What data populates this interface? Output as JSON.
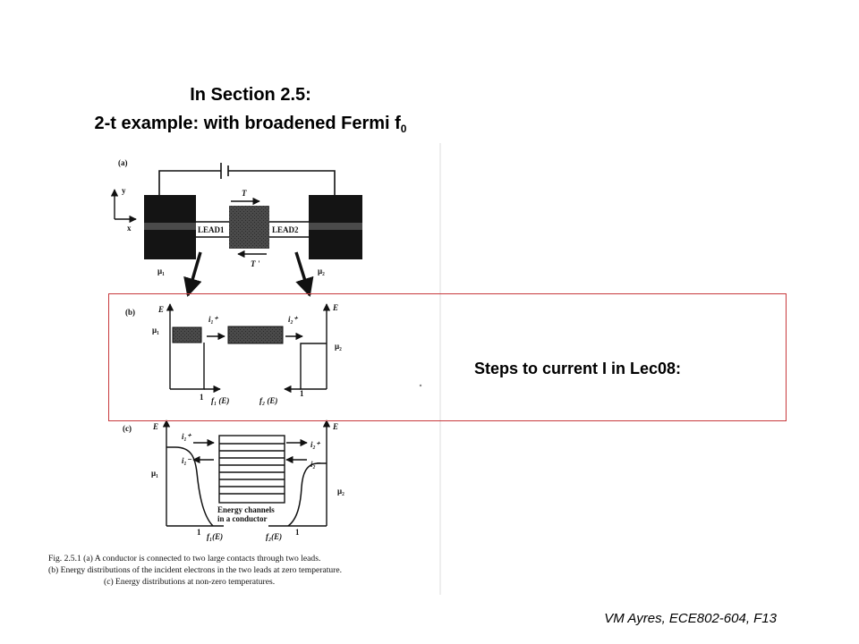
{
  "title": {
    "line1": "In Section 2.5:",
    "line2": "2-t example: with broadened Fermi f",
    "line2_sub": "0"
  },
  "figure": {
    "panel_a": "(a)",
    "panel_b": "(b)",
    "panel_c": "(c)",
    "axis_y": "y",
    "axis_x": "x",
    "T": "T",
    "T_prime": "T '",
    "lead1": "LEAD1",
    "lead2": "LEAD2",
    "mu1": "μ₁",
    "mu2": "μ₂",
    "E": "E",
    "i1_plus": "i₁⁺",
    "i2_plus": "i₂⁺",
    "i1_minus": "i₁⁻",
    "i2_minus": "i₂⁻",
    "one": "1",
    "f1": "f₁ (E)",
    "f2": "f₂ (E)",
    "f1c": "f₁(E)",
    "f2c": "f₂(E)",
    "channels_1": "Energy channels",
    "channels_2": "in a conductor",
    "caption": [
      "Fig. 2.5.1 (a) A conductor is connected to two large contacts through two leads.",
      "(b) Energy distributions of the incident electrons in the two leads at zero temperature.",
      "(c) Energy distributions at non-zero temperatures."
    ]
  },
  "steps": "Steps to current I in Lec08:",
  "credit": "VM Ayres, ECE802-604, F13"
}
